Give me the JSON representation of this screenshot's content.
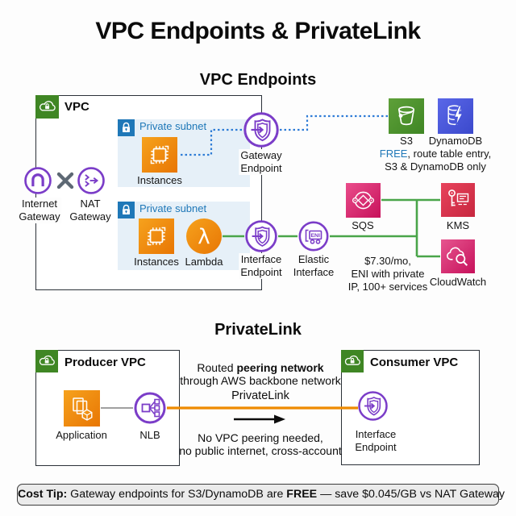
{
  "title": "VPC Endpoints & PrivateLink",
  "sections": {
    "endpoints": {
      "heading": "VPC Endpoints",
      "vpc_label": "VPC",
      "subnet_top": {
        "label": "Private subnet",
        "instances": "Instances"
      },
      "subnet_bottom": {
        "label": "Private subnet",
        "instances": "Instances",
        "lambda": "Lambda",
        "lambda_symbol": "λ"
      },
      "internet_gateway": [
        "Internet",
        "Gateway"
      ],
      "nat_gateway": [
        "NAT",
        "Gateway"
      ],
      "gateway_endpoint": [
        "Gateway",
        "Endpoint"
      ],
      "interface_endpoint": [
        "Interface",
        "Endpoint"
      ],
      "elastic_interface": [
        "Elastic",
        "Interface"
      ],
      "eni_icon_text": "ENI",
      "s3": "S3",
      "dynamodb": "DynamoDB",
      "gateway_note": {
        "highlight": "FREE",
        "line1_rest": ", route table entry,",
        "line2": "S3 & DynamoDB only"
      },
      "sqs": "SQS",
      "kms": "KMS",
      "cloudwatch": "CloudWatch",
      "interface_note": [
        "$7.30/mo,",
        "ENI with private",
        "IP, 100+ services"
      ]
    },
    "privatelink": {
      "heading": "PrivateLink",
      "producer_vpc": "Producer VPC",
      "consumer_vpc": "Consumer VPC",
      "application": "Application",
      "nlb": "NLB",
      "interface_endpoint": [
        "Interface",
        "Endpoint"
      ],
      "routed_line": {
        "pre": "Routed ",
        "bold": "peering network"
      },
      "backbone_line": "through AWS backbone network",
      "link_label": "PrivateLink",
      "benefits": [
        "No VPC peering needed,",
        "no public internet, cross-account"
      ]
    }
  },
  "cost_tip": {
    "label": "Cost Tip:",
    "text_a": " Gateway endpoints for S3/DynamoDB are ",
    "highlight": "FREE",
    "text_b": " — save $0.045/GB vs NAT Gateway"
  },
  "colors": {
    "purple": "#7B3DC8",
    "green_line": "#4AA54A",
    "blue_line": "#2E7CD6",
    "orange_line": "#EE8A00",
    "vpc_green": "#3F8624",
    "subnet_blue": "#1F78B8",
    "compute_orange": "#ED7100",
    "s3_green": "#4C8C28",
    "dynamodb_blue": "#4152D8",
    "sqs_pink": "#DB2E6D",
    "kms_red": "#DD344C",
    "cloudwatch_pink": "#DB3A78"
  }
}
